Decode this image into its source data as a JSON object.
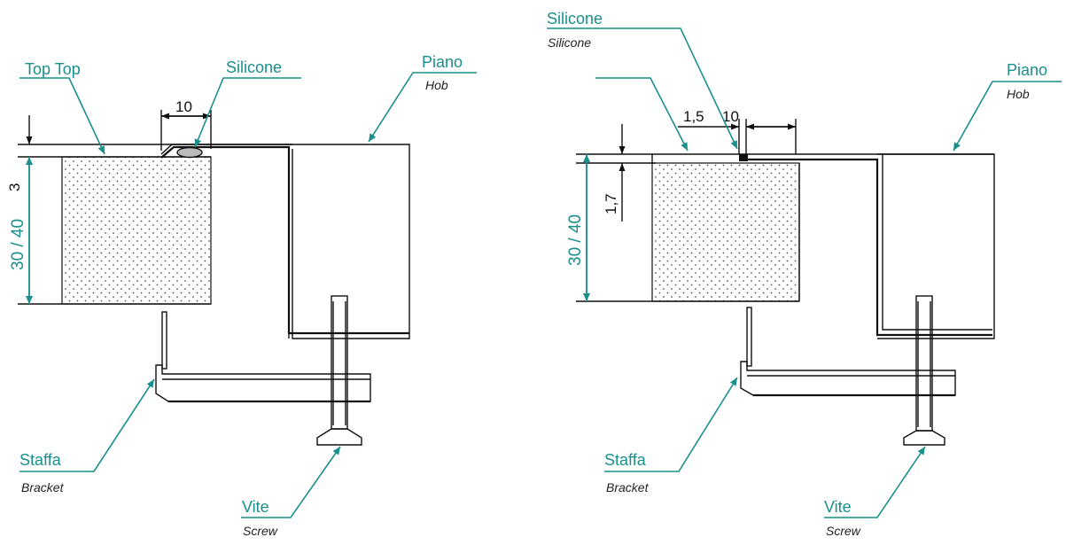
{
  "left_detail": {
    "top_label": "Top Top",
    "silicone_label": "Silicone",
    "hob_label": "Piano",
    "hob_sub": "Hob",
    "bracket_label": "Staffa",
    "bracket_sub": "Bracket",
    "screw_label": "Vite",
    "screw_sub": "Screw",
    "dim_width": "10",
    "dim_offset": "3",
    "dim_thickness": "30 / 40"
  },
  "right_detail": {
    "silicone_label": "Silicone",
    "silicone_sub": "Silicone",
    "hob_label": "Piano",
    "hob_sub": "Hob",
    "bracket_label": "Staffa",
    "bracket_sub": "Bracket",
    "screw_label": "Vite",
    "screw_sub": "Screw",
    "dim_gap": "1,5",
    "dim_width": "10",
    "dim_offset": "1,7",
    "dim_thickness": "30 / 40"
  },
  "colors": {
    "accent": "#1a8f8c",
    "line": "#111111"
  }
}
